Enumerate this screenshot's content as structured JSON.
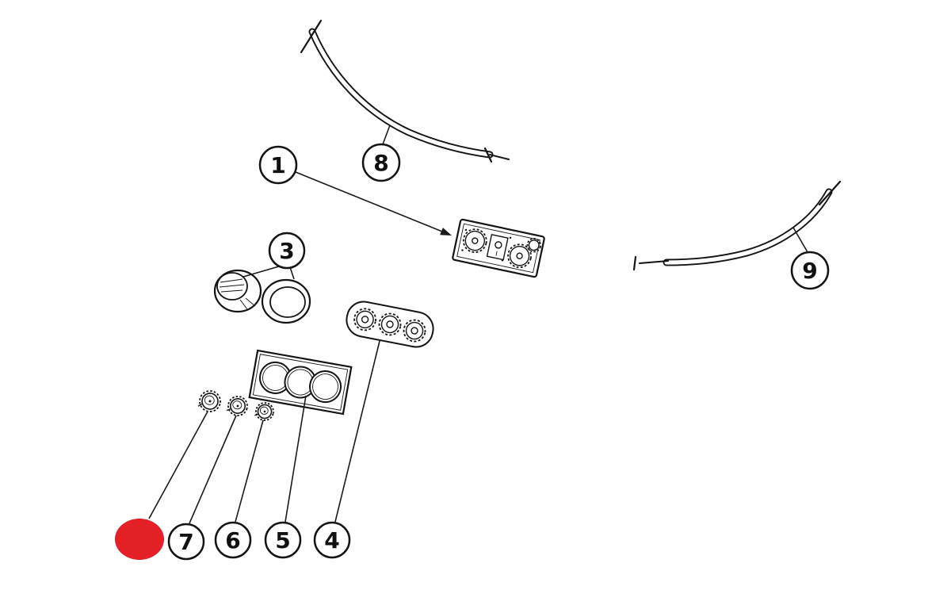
{
  "diagram": {
    "background_color": "#ffffff",
    "line_color": "#141414",
    "highlight_color": "#e32026",
    "callouts": [
      {
        "label": "1"
      },
      {
        "label": "3"
      },
      {
        "label": "4"
      },
      {
        "label": "5"
      },
      {
        "label": "6"
      },
      {
        "label": "7"
      },
      {
        "label": "8"
      },
      {
        "label": "9"
      }
    ]
  }
}
